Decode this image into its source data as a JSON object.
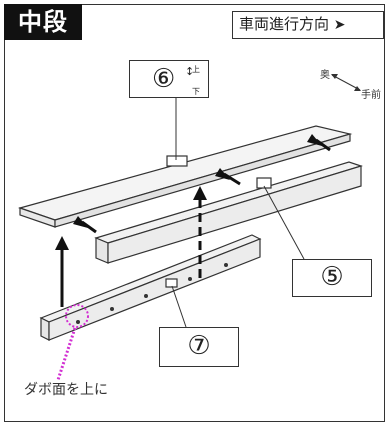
{
  "section_title": "中段",
  "direction_label": "車両進行方向",
  "direction_icon": "arrow-right-icon",
  "orientation": {
    "back": "奥",
    "front": "手前"
  },
  "small_marks": {
    "top": "上",
    "bottom": "下"
  },
  "parts": {
    "part6": "⑥",
    "part5": "⑤",
    "part7": "⑦"
  },
  "note": "ダボ面を上に",
  "colors": {
    "highlight": "#d22fd2",
    "line": "#333333",
    "badge": "#111111"
  }
}
